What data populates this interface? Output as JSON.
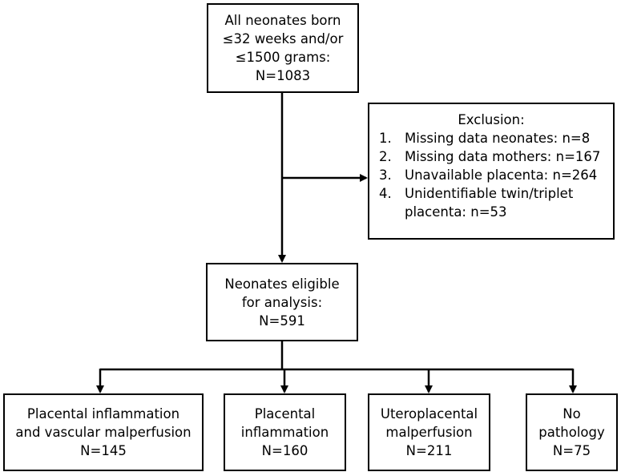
{
  "flowchart": {
    "top": {
      "lines": [
        "All neonates born",
        "≤32 weeks and/or",
        "≤1500 grams:",
        "N=1083"
      ]
    },
    "exclusion": {
      "title": "Exclusion:",
      "items": [
        {
          "num": "1.",
          "text": "Missing data neonates: n=8"
        },
        {
          "num": "2.",
          "text": "Missing data mothers: n=167"
        },
        {
          "num": "3.",
          "text": "Unavailable placenta: n=264"
        },
        {
          "num": "4.",
          "text": "Unidentifiable twin/triplet placenta: n=53"
        }
      ]
    },
    "eligible": {
      "lines": [
        "Neonates eligible",
        "for analysis:",
        "N=591"
      ]
    },
    "groups": [
      {
        "lines": [
          "Placental inflammation",
          "and vascular malperfusion",
          "N=145"
        ]
      },
      {
        "lines": [
          "Placental",
          "inflammation",
          "N=160"
        ]
      },
      {
        "lines": [
          "Uteroplacental",
          "malperfusion",
          "N=211"
        ]
      },
      {
        "lines": [
          "No",
          "pathology",
          "N=75"
        ]
      }
    ]
  }
}
